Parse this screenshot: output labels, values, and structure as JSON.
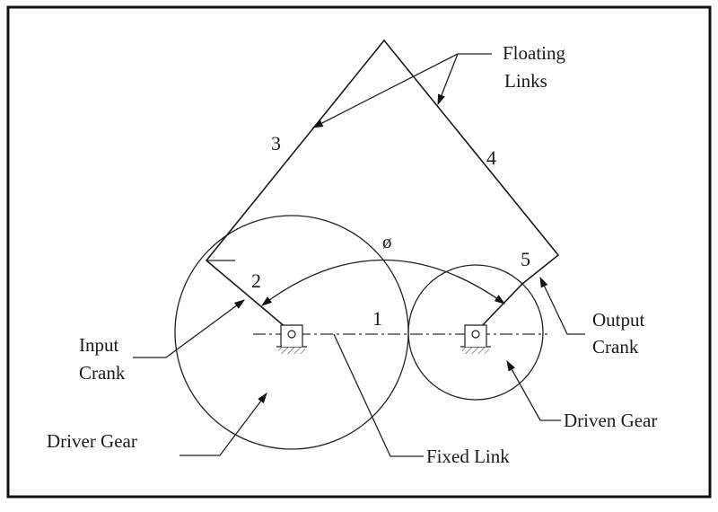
{
  "labels": {
    "floating_links_line1": "Floating",
    "floating_links_line2": "Links",
    "output_crank_line1": "Output",
    "output_crank_line2": "Crank",
    "input_crank_line1": "Input",
    "input_crank_line2": "Crank",
    "driver_gear": "Driver Gear",
    "driven_gear": "Driven Gear",
    "fixed_link": "Fixed Link",
    "phase_angle": "ø"
  },
  "link_numbers": {
    "fixed": "1",
    "input_crank": "2",
    "floating_3": "3",
    "floating_4": "4",
    "output_crank": "5"
  }
}
